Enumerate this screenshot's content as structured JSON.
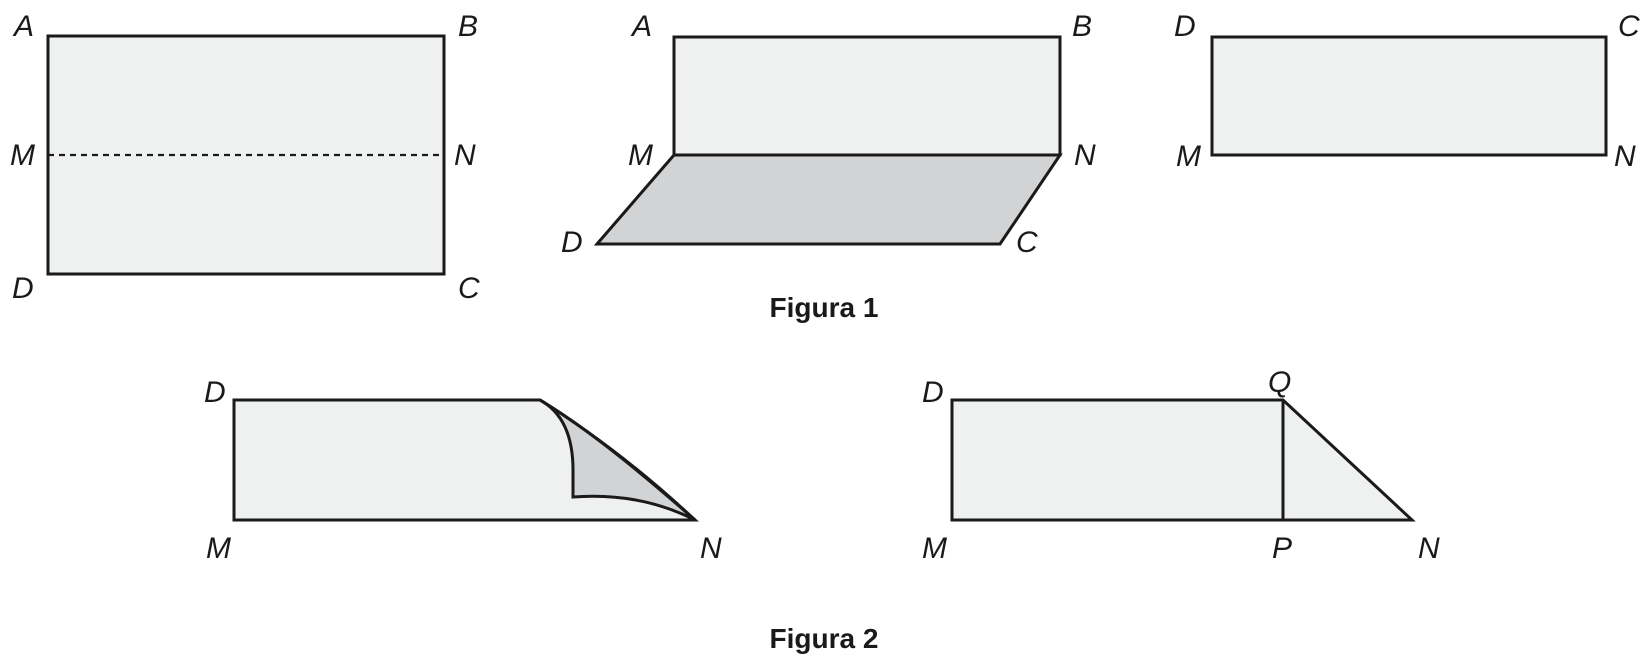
{
  "figura1": {
    "caption": "Figura 1",
    "step1": {
      "A": "A",
      "B": "B",
      "M": "M",
      "N": "N",
      "D": "D",
      "C": "C"
    },
    "step2": {
      "A": "A",
      "B": "B",
      "M": "M",
      "N": "N",
      "D": "D",
      "C": "C"
    },
    "step3": {
      "D": "D",
      "C": "C",
      "M": "M",
      "N": "N"
    }
  },
  "figura2": {
    "caption": "Figura 2",
    "step1": {
      "D": "D",
      "M": "M",
      "N": "N"
    },
    "step2": {
      "D": "D",
      "Q": "Q",
      "M": "M",
      "P": "P",
      "N": "N"
    }
  },
  "colors": {
    "paper": "#eff0f0",
    "paper_folded": "#d2d3d5",
    "stroke": "#1a1a1a"
  }
}
